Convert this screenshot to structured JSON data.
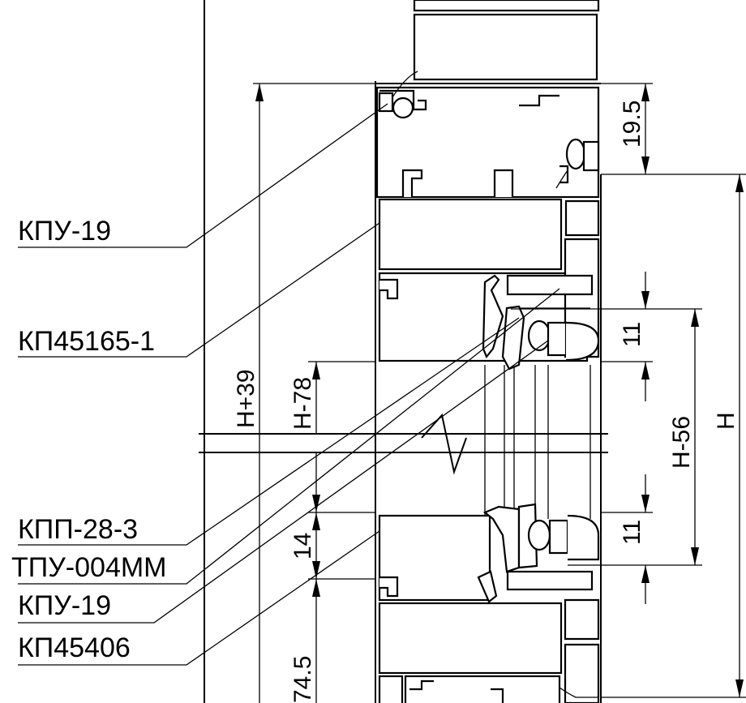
{
  "labels": {
    "kpu19_top": "КПУ-19",
    "kp45165": "КП45165-1",
    "kpp283": "КПП-28-3",
    "tpu004": "ТПУ-004ММ",
    "kpu19_bottom": "КПУ-19",
    "kp45406": "КП45406"
  },
  "dimensions": {
    "d195": "19.5",
    "d11_top": "11",
    "d11_bottom": "11",
    "d14": "14",
    "dH39": "H+39",
    "dH78": "H-78",
    "dH56": "H-56",
    "dH": "H",
    "d745": "74.5"
  }
}
